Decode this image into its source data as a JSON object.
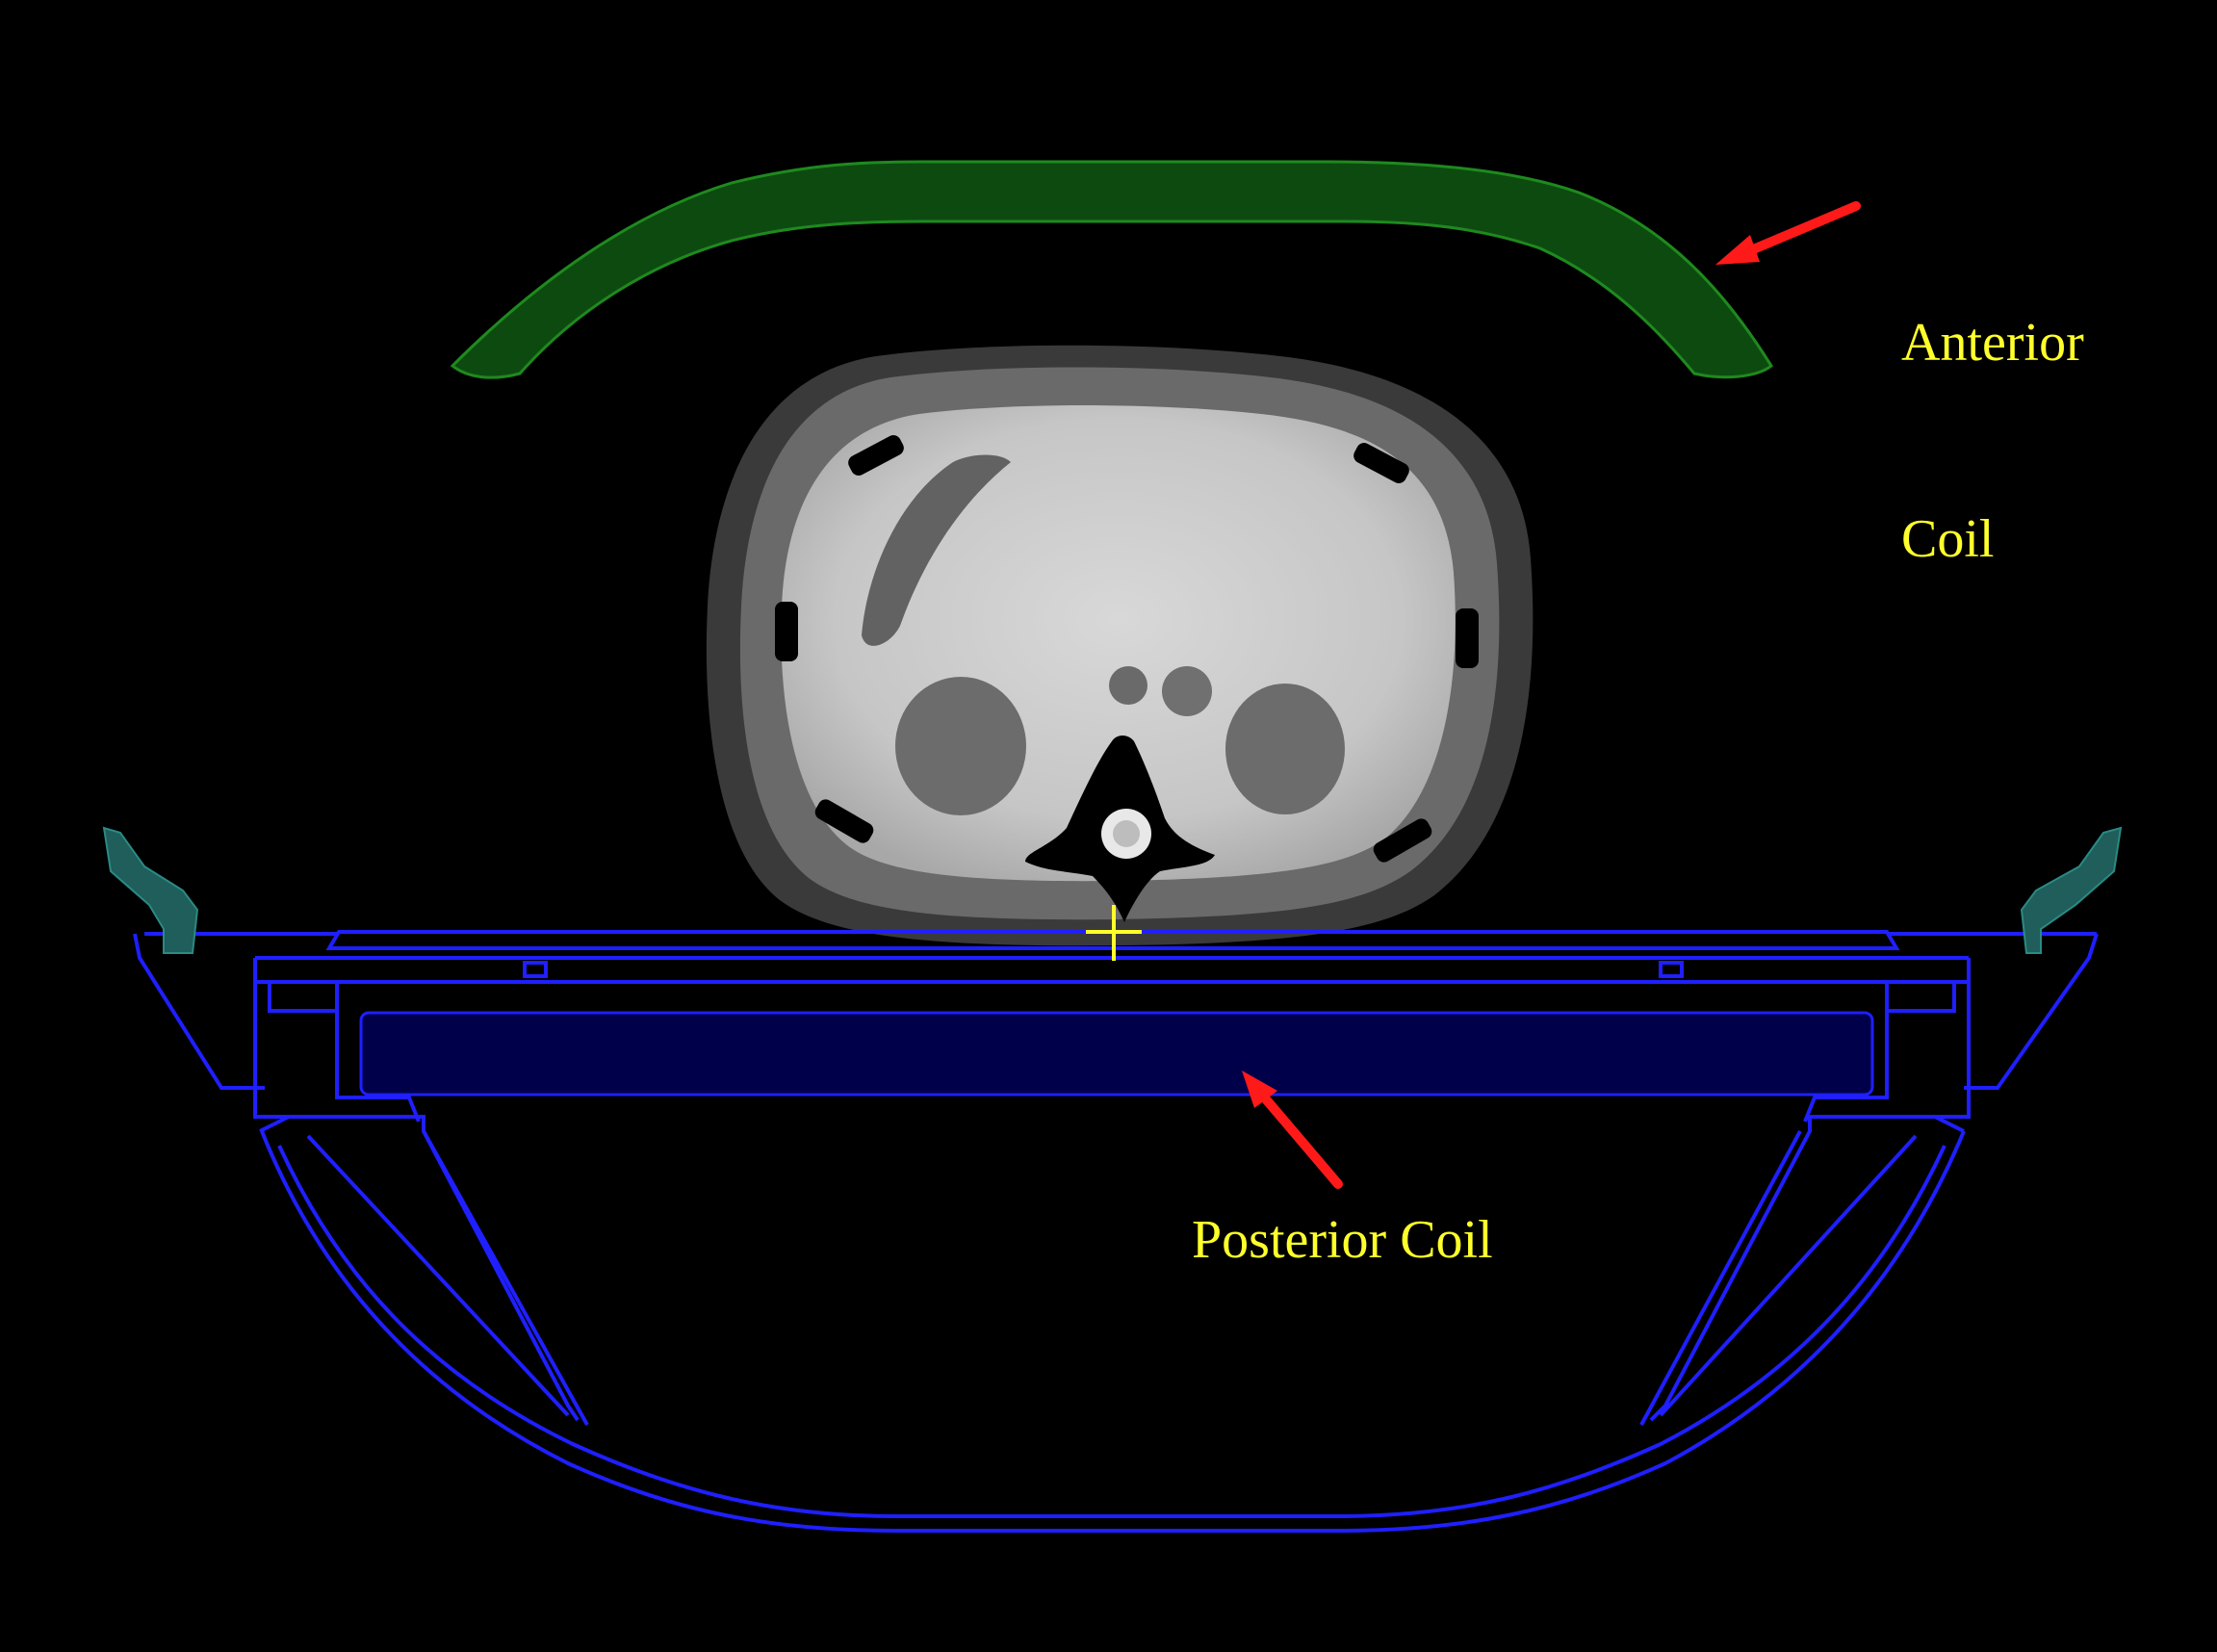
{
  "labels": {
    "anterior_line1": "Anterior",
    "anterior_line2": "Coil",
    "posterior": "Posterior Coil"
  },
  "colors": {
    "background": "#000000",
    "label_text": "#ffff2a",
    "arrow": "#ff1a1a",
    "anterior_coil_fill": "#0d4a10",
    "anterior_coil_edge": "#1e8a1e",
    "couch_outline": "#1f1fff",
    "posterior_coil_fill": "#00004a",
    "side_clamp": "#1f5e5a",
    "isocenter_marker": "#ffff2a"
  },
  "icons": {
    "anterior_arrow": "arrow-left-icon",
    "posterior_arrow": "arrow-up-left-icon",
    "isocenter": "crosshair-icon"
  }
}
